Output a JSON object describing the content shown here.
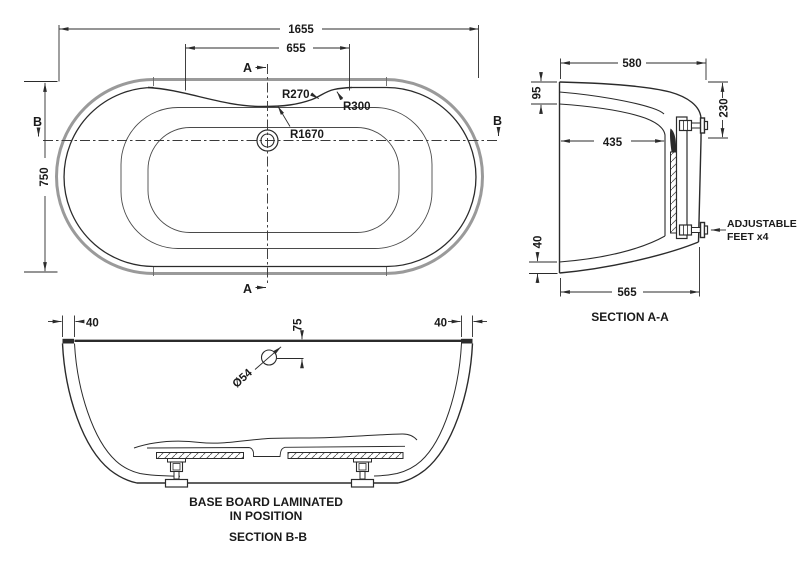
{
  "plan": {
    "dim_length": "1655",
    "dim_recess": "655",
    "dim_width": "750",
    "radius_r270": "R270",
    "radius_r300": "R300",
    "radius_r1670": "R1670",
    "marker_a_top": "A",
    "marker_a_bottom": "A",
    "marker_b_left": "B",
    "marker_b_right": "B"
  },
  "section_aa": {
    "label": "SECTION A-A",
    "dim_top_width": "580",
    "dim_rim_drop": "95",
    "dim_inner_width": "435",
    "dim_foot_drop": "230",
    "dim_base_height": "40",
    "dim_bottom_width": "565",
    "feet_note_line1": "ADJUSTABLE",
    "feet_note_line2": "FEET x4"
  },
  "section_bb": {
    "label": "SECTION B-B",
    "dim_rim_left": "40",
    "dim_rim_right": "40",
    "dim_overflow_drop": "75",
    "overflow_diameter": "Ø54",
    "note_line1": "BASE BOARD LAMINATED",
    "note_line2": "IN POSITION"
  },
  "colors": {
    "line": "#2b2b2b",
    "band": "#9a9a9a",
    "thin": "#4a4a4a",
    "background": "#ffffff"
  }
}
